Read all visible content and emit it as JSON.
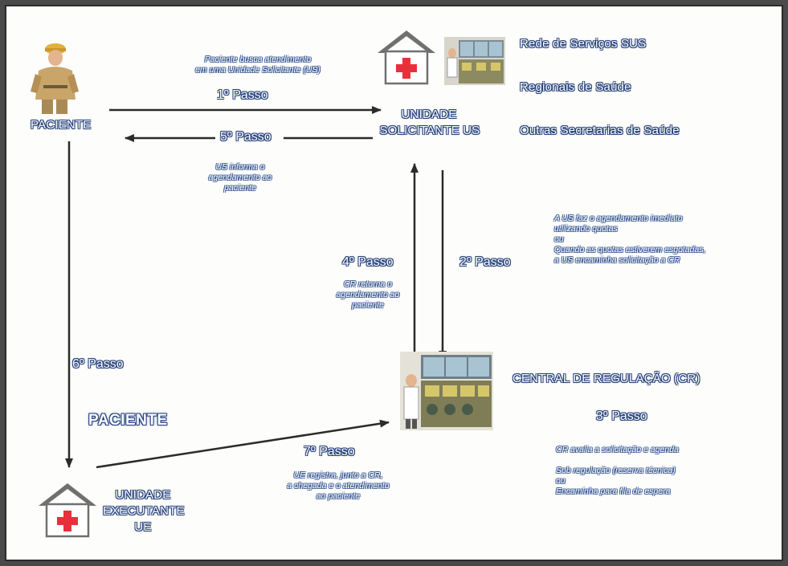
{
  "nodes": {
    "paciente_top": "PACIENTE",
    "unidade_solicitante_line1": "UNIDADE",
    "unidade_solicitante_line2": "SOLICITANTE US",
    "central_regulacao": "CENTRAL DE REGULAÇÃO (CR)",
    "paciente_middle": "PACIENTE",
    "unidade_executante_line1": "UNIDADE",
    "unidade_executante_line2": "EXECUTANTE",
    "unidade_executante_line3": "UE"
  },
  "network": [
    "Rede de Serviços SUS",
    "Regionais de Saúde",
    "Outras Secretarias de Saúde"
  ],
  "steps": {
    "s1": "1º Passo",
    "s2": "2º Passo",
    "s3": "3º Passo",
    "s4": "4º Passo",
    "s5": "5º Passo",
    "s6": "6º Passo",
    "s7": "7º Passo"
  },
  "notes": {
    "n1": [
      "Paciente busca atendimento",
      "em uma Unidade Solicitante (US)"
    ],
    "n5": [
      "US informa o",
      "agendamento ao",
      "paciente"
    ],
    "n2": [
      "A US faz o agendamento imediato",
      "utilizando quotas",
      "ou",
      "Quando as quotas estiverem esgotadas,",
      "a US encaminha solicitação a CR"
    ],
    "n4": [
      "CR retorna o",
      "agendamento ao",
      "paciente"
    ],
    "n3a": [
      "CR avalia a solicitação e agenda"
    ],
    "n3b": [
      "Sob regulação (reserva técnica)",
      "ou",
      "Encaminha para fila de espera"
    ],
    "n7": [
      "UE registra, junto a CR,",
      "a chegada e o atendimento",
      "ao paciente"
    ]
  },
  "colors": {
    "arrow": "#2b2b2b",
    "text_outline": "#24407a",
    "cross": "#e8303a",
    "roof": "#707070"
  },
  "icons": [
    "patient-worker-icon",
    "health-unit-house-icon",
    "regulation-center-console-icon",
    "health-unit-house-icon"
  ]
}
